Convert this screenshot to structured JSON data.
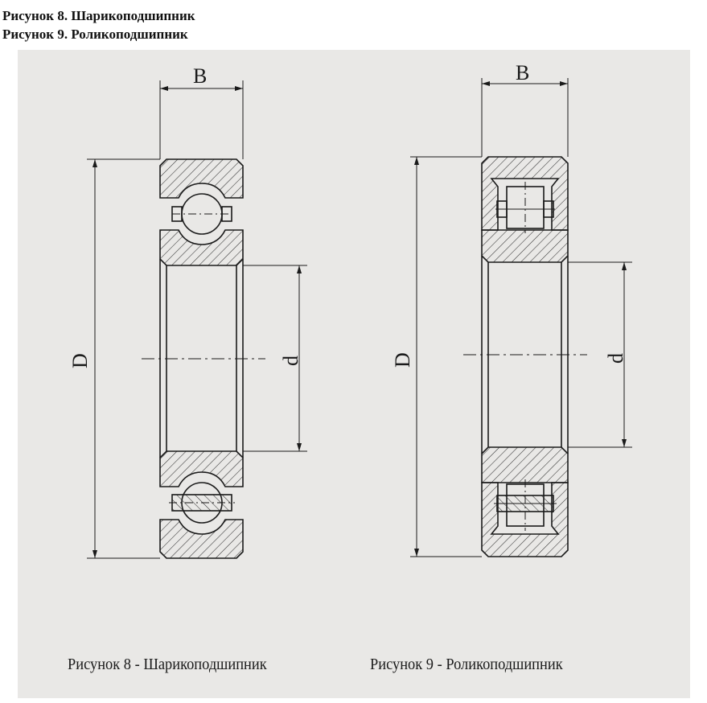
{
  "header": {
    "line1": "Рисунок 8. Шарикоподшипник",
    "line2": "Рисунок 9. Роликоподшипник"
  },
  "figures": [
    {
      "caption": "Рисунок 8 - Шарикоподшипник",
      "labels": {
        "width": "B",
        "outer_diameter": "D",
        "inner_diameter": "d"
      }
    },
    {
      "caption": "Рисунок 9 - Роликоподшипник",
      "labels": {
        "width": "B",
        "outer_diameter": "D",
        "inner_diameter": "d"
      }
    }
  ],
  "colors": {
    "ink": "#1a1a1a",
    "paper": "#e9e8e6"
  }
}
